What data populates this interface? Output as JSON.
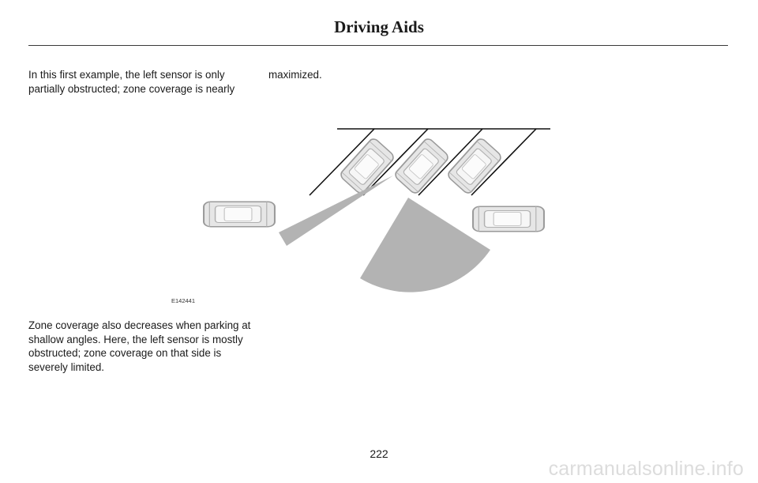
{
  "header": {
    "title": "Driving Aids"
  },
  "paragraphs": {
    "first": "In this first example, the left sensor is only partially obstructed; zone coverage is nearly",
    "first_cont": "maximized.",
    "second": "Zone coverage also decreases when parking at shallow angles. Here, the left sensor is mostly obstructed; zone coverage on that side is severely limited."
  },
  "figure": {
    "code": "E142441",
    "icons": [
      "parked-car-icon",
      "sensor-zone-icon",
      "parking-line-icon"
    ],
    "colors": {
      "zone": "#b3b3b3",
      "car_body": "#e6e6e6",
      "car_outline": "#9a9a9a",
      "lines": "#111111"
    }
  },
  "footer": {
    "page_number": "222",
    "watermark": "carmanualsonline.info"
  }
}
